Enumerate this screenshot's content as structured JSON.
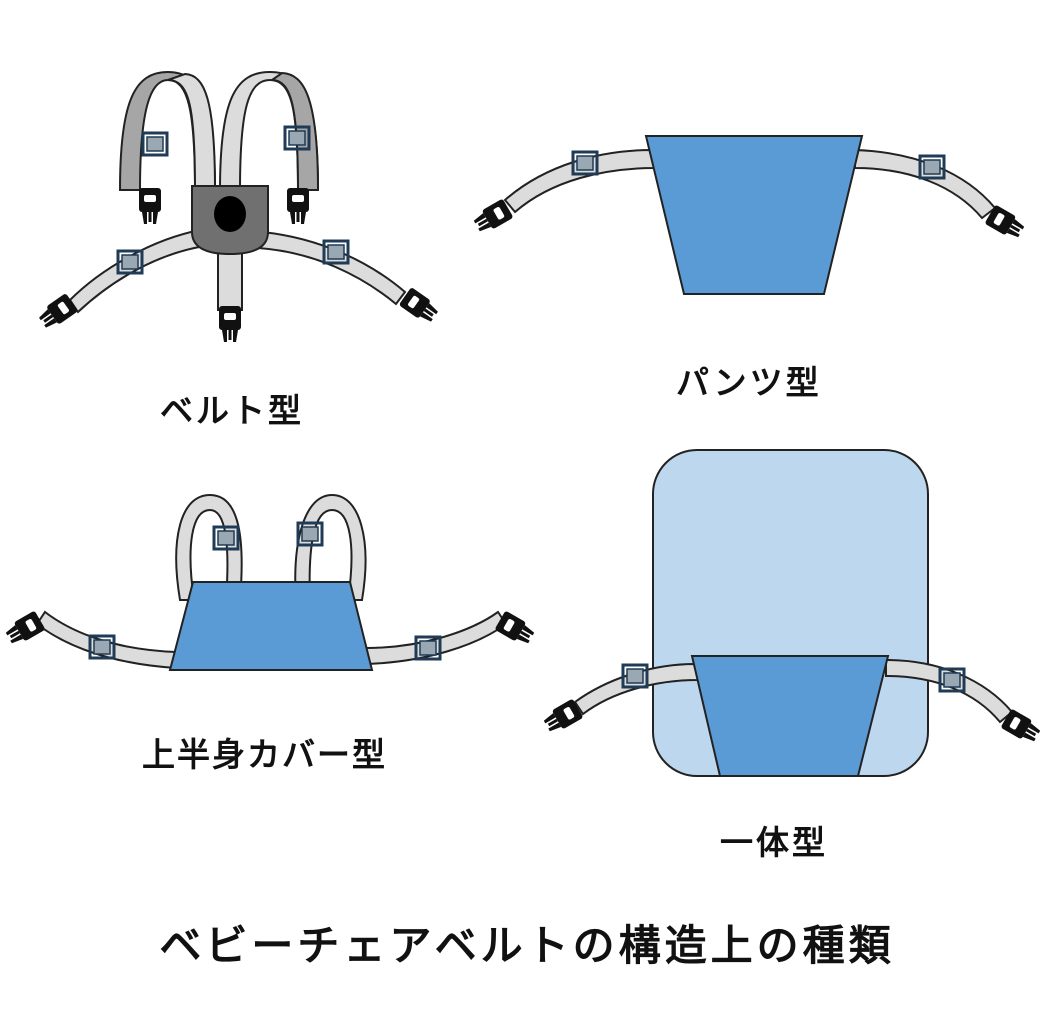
{
  "title": "ベビーチェアベルトの構造上の種類",
  "types": [
    {
      "id": "belt",
      "label": "ベルト型"
    },
    {
      "id": "pants",
      "label": "パンツ型"
    },
    {
      "id": "upper",
      "label": "上半身カバー型"
    },
    {
      "id": "one",
      "label": "一体型"
    }
  ],
  "colors": {
    "strap_fill": "#dcdcdc",
    "strap_dark_fill": "#a6a6a6",
    "outline": "#222222",
    "adjuster": "#1f3b55",
    "buckle": "#111111",
    "hub": "#707070",
    "cover_blue": "#5b9bd5",
    "cover_light": "#bdd7ee"
  },
  "icons": [
    "buckle-icon",
    "adjuster-icon"
  ]
}
